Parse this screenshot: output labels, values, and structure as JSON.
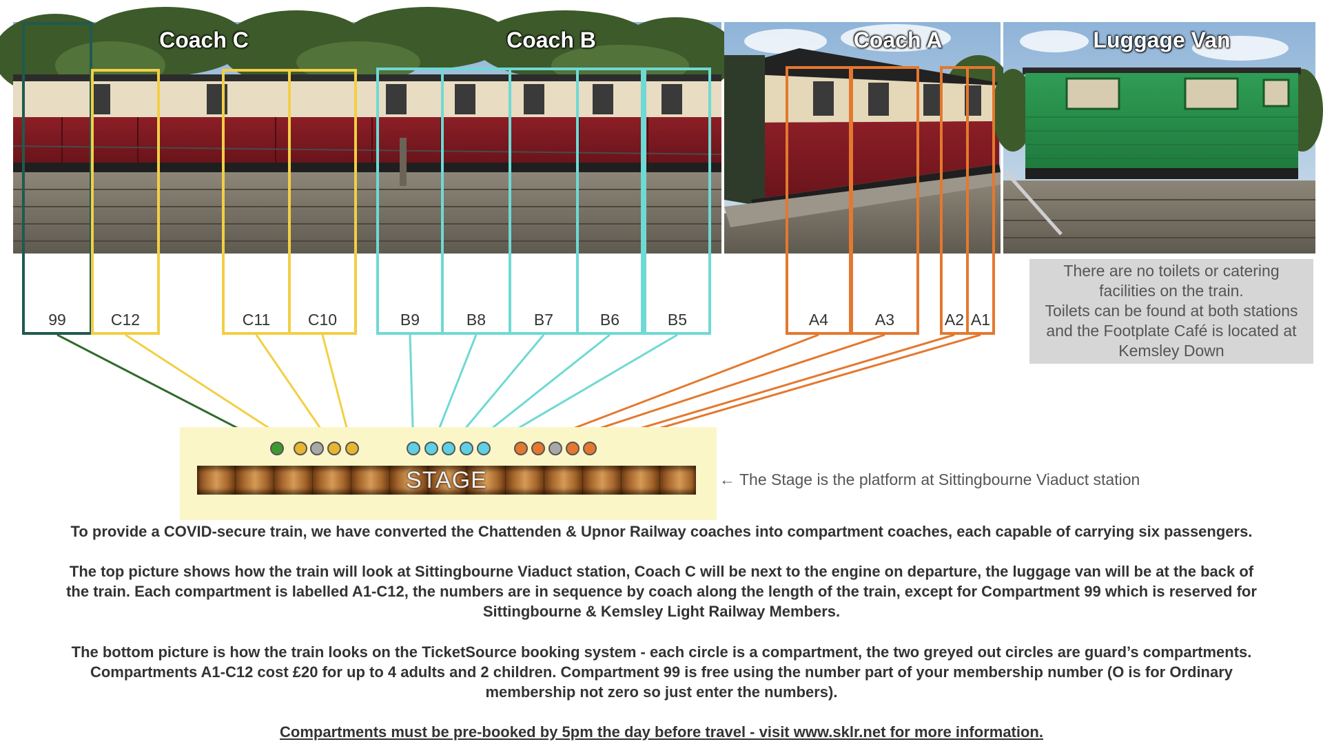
{
  "coaches": {
    "coach_c": "Coach C",
    "coach_b": "Coach B",
    "coach_a": "Coach A",
    "luggage_van": "Luggage Van"
  },
  "compartments": [
    {
      "label": "99",
      "color": "#1f5a4e"
    },
    {
      "label": "C12",
      "color": "#f2cf45"
    },
    {
      "label": "C11",
      "color": "#f2cf45"
    },
    {
      "label": "C10",
      "color": "#f2cf45"
    },
    {
      "label": "B9",
      "color": "#6fd9d4"
    },
    {
      "label": "B8",
      "color": "#6fd9d4"
    },
    {
      "label": "B7",
      "color": "#6fd9d4"
    },
    {
      "label": "B6",
      "color": "#6fd9d4"
    },
    {
      "label": "B5",
      "color": "#6fd9d4"
    },
    {
      "label": "A4",
      "color": "#e4782e"
    },
    {
      "label": "A3",
      "color": "#e4782e"
    },
    {
      "label": "A2",
      "color": "#e4782e"
    },
    {
      "label": "A1",
      "color": "#e4782e"
    }
  ],
  "info_box": [
    "There are no toilets or catering",
    "facilities on the train.",
    "Toilets can be found at both stations",
    "and the Footplate Café is located at",
    "Kemsley Down"
  ],
  "stage": {
    "label": "STAGE",
    "note": "← The Stage is the platform at Sittingbourne Viaduct station"
  },
  "booking_dots": [
    {
      "color": "#3d9a2e"
    },
    {
      "color": "#e8b531"
    },
    {
      "color": "#a8a8a8"
    },
    {
      "color": "#e8b531"
    },
    {
      "color": "#e8b531"
    },
    {
      "color": "#5fd0e3"
    },
    {
      "color": "#5fd0e3"
    },
    {
      "color": "#5fd0e3"
    },
    {
      "color": "#5fd0e3"
    },
    {
      "color": "#5fd0e3"
    },
    {
      "color": "#e4782e"
    },
    {
      "color": "#e4782e"
    },
    {
      "color": "#a8a8a8"
    },
    {
      "color": "#e4782e"
    },
    {
      "color": "#e4782e"
    }
  ],
  "paragraphs": {
    "p1": "To provide a COVID-secure train, we have converted the Chattenden & Upnor Railway coaches into compartment coaches, each capable of carrying six passengers.",
    "p2": [
      "The top picture shows how the train will look at Sittingbourne Viaduct station, Coach C will be next to the engine on departure, the luggage van will be at the back of",
      "the train. Each compartment is labelled A1-C12, the numbers are in sequence by coach along the length of the train, except for Compartment 99 which is reserved for",
      "Sittingbourne & Kemsley Light Railway Members."
    ],
    "p3": [
      "The bottom picture is how the train looks on the TicketSource booking system - each circle is a compartment, the two greyed out circles are guard’s compartments.",
      "Compartments A1-C12 cost £20 for up to 4 adults and 2 children. Compartment 99 is free using the number part of your membership number (O is for Ordinary",
      "membership not zero so just enter the numbers)."
    ],
    "footer": "Compartments must be pre-booked by 5pm the day before travel - visit www.sklr.net for more information."
  }
}
